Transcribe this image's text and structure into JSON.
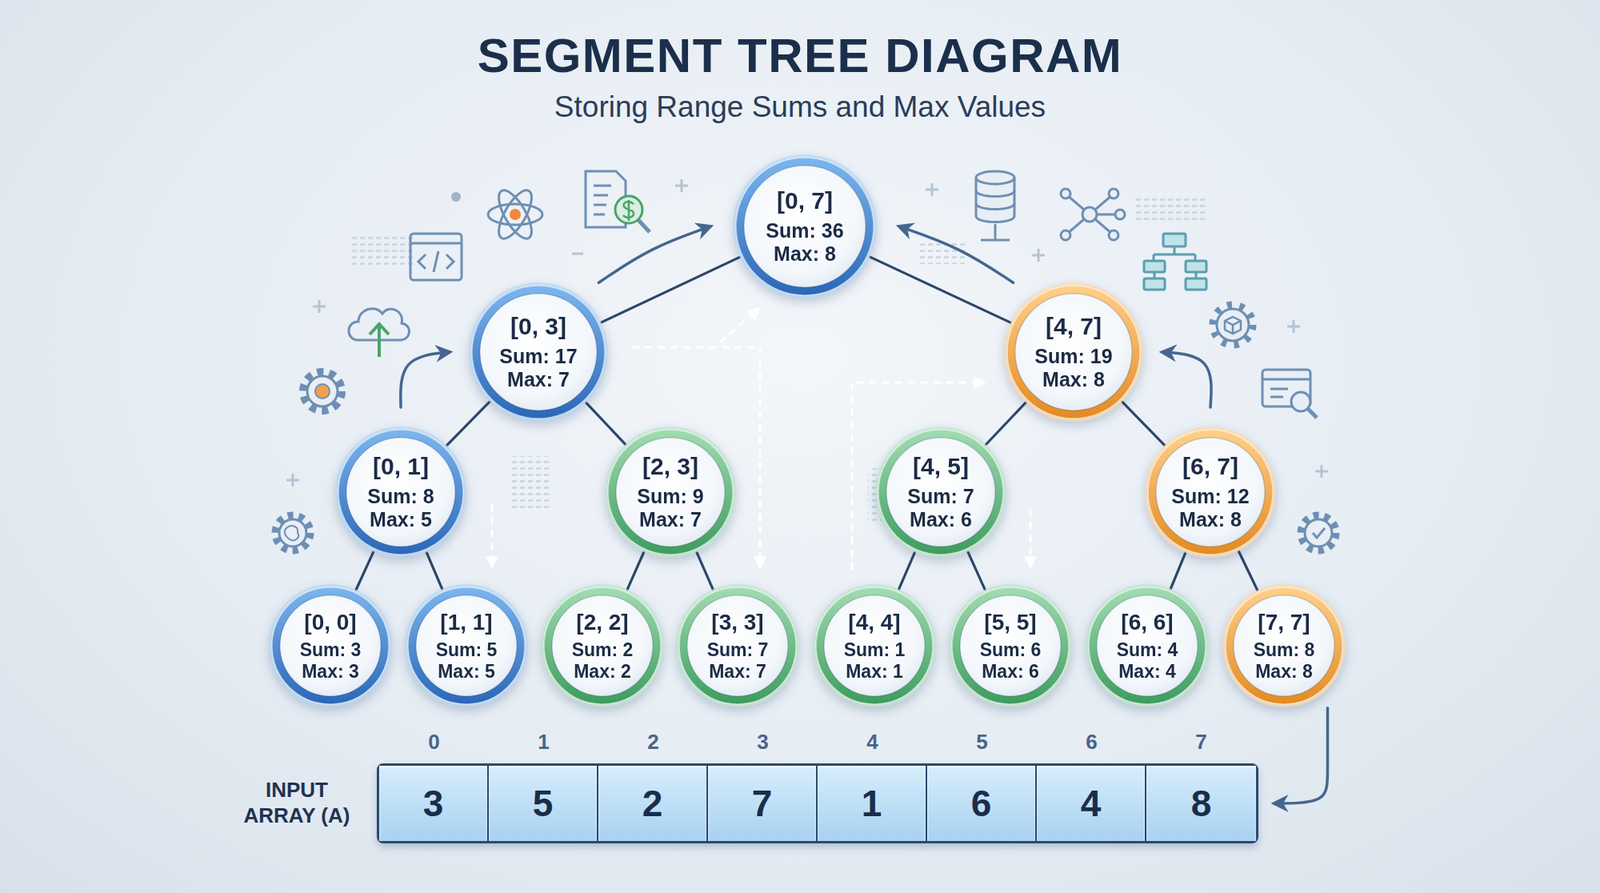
{
  "diagram": {
    "title": "SEGMENT TREE DIAGRAM",
    "nodes": [
      {
        "text": [
          "[0, 7]",
          "Sum: 36",
          "Max: 8"
        ]
      },
      {
        "text": [
          "[0, 3]",
          "Sum: 17",
          "Max: 7"
        ]
      },
      {
        "text": [
          "[4, 7]",
          "Sum: 19",
          "Max: 8"
        ]
      },
      {
        "text": [
          "[0, 1]",
          "Sum: 8",
          "Max: 5"
        ]
      },
      {
        "text": [
          "[2, 3]",
          "Sum: 9",
          "Max: 7"
        ]
      },
      {
        "text": [
          "[4, 5]",
          "Sum: 7",
          "Max: 6"
        ]
      },
      {
        "text": [
          "[6, 7]",
          "Sum: 12",
          "Max: 8"
        ]
      },
      {
        "text": [
          "[0, 0]",
          "Sum: 3",
          "Max: 3"
        ]
      },
      {
        "text": [
          "[1, 1]",
          "Sum: 5",
          "Max: 5"
        ]
      },
      {
        "text": [
          "[2, 2]",
          "Sum: 2",
          "Max: 2"
        ]
      },
      {
        "text": [
          "[3, 3]",
          "Sum: 7",
          "Max: 7"
        ]
      },
      {
        "text": [
          "[4, 4]",
          "Sum: 1",
          "Max: 1"
        ]
      },
      {
        "text": [
          "[5, 5]",
          "Sum: 6",
          "Max: 6"
        ]
      },
      {
        "text": [
          "[6, 6]",
          "Sum: 4",
          "Max: 4"
        ]
      },
      {
        "text": [
          "[7, 7]",
          "Sum: 8",
          "Max: 8"
        ]
      },
      {
        "text": [
          "INPUT ARRAY (A)"
        ]
      },
      {
        "text": [
          "3"
        ],
        "in": 15
      },
      {
        "text": [
          "5"
        ],
        "in": 15
      },
      {
        "text": [
          "2"
        ],
        "in": 15
      },
      {
        "text": [
          "7"
        ],
        "in": 15
      },
      {
        "text": [
          "1"
        ],
        "in": 15
      },
      {
        "text": [
          "6"
        ],
        "in": 15
      },
      {
        "text": [
          "4"
        ],
        "in": 15
      },
      {
        "text": [
          "8"
        ],
        "in": 15
      }
    ],
    "edges": [
      {
        "from": 0,
        "to": 1,
        "arrow": "none"
      },
      {
        "from": 0,
        "to": 2,
        "arrow": "none"
      },
      {
        "from": 1,
        "to": 3,
        "arrow": "none"
      },
      {
        "from": 1,
        "to": 4,
        "arrow": "none"
      },
      {
        "from": 2,
        "to": 5,
        "arrow": "none"
      },
      {
        "from": 2,
        "to": 6,
        "arrow": "none"
      },
      {
        "from": 3,
        "to": 7,
        "arrow": "none"
      },
      {
        "from": 3,
        "to": 8,
        "arrow": "none"
      },
      {
        "from": 4,
        "to": 9,
        "arrow": "none"
      },
      {
        "from": 4,
        "to": 10,
        "arrow": "none"
      },
      {
        "from": 5,
        "to": 11,
        "arrow": "none"
      },
      {
        "from": 5,
        "to": 12,
        "arrow": "none"
      },
      {
        "from": 6,
        "to": 13,
        "arrow": "none"
      },
      {
        "from": 6,
        "to": 14,
        "arrow": "none"
      },
      {
        "from": 1,
        "to": 0,
        "arrow": "to"
      },
      {
        "from": 2,
        "to": 0,
        "arrow": "to"
      },
      {
        "from": 3,
        "to": 1,
        "arrow": "to"
      },
      {
        "from": 6,
        "to": 2,
        "arrow": "to"
      },
      {
        "from": 14,
        "to": 15,
        "arrow": "to"
      }
    ],
    "labels": [
      "Storing Range Sums and Max Values",
      "0",
      "1",
      "2",
      "3",
      "4",
      "5",
      "6",
      "7"
    ]
  }
}
